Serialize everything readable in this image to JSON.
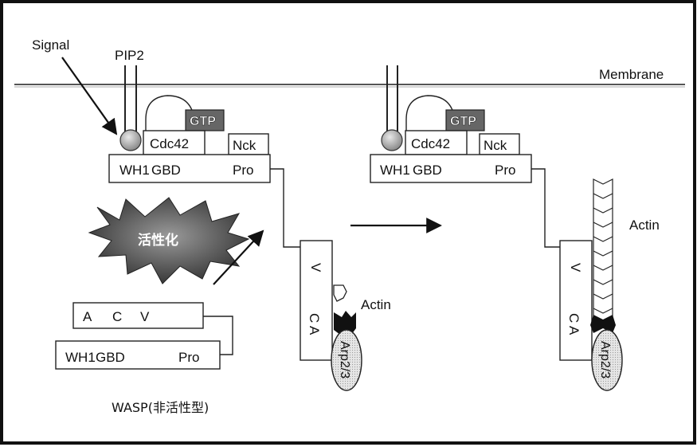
{
  "labels": {
    "signal": "Signal",
    "pip2": "PIP2",
    "membrane": "Membrane",
    "gtp": "GTP",
    "cdc42": "Cdc42",
    "nck": "Nck",
    "wh1": "WH1",
    "gbd": "GBD",
    "pro": "Pro",
    "activation": "活性化",
    "acv_a": "A",
    "acv_c": "C",
    "acv_v": "V",
    "inactive_title": "WASP(非活性型)",
    "v": "V",
    "ca": "C A",
    "actin": "Actin",
    "arp23": "Arp2/3"
  },
  "colors": {
    "gtp_box": "#666666",
    "membrane": "#888888",
    "arp_fill": "#d9d9d9",
    "star_fill": "#444444",
    "actin_dark": "#111111"
  }
}
